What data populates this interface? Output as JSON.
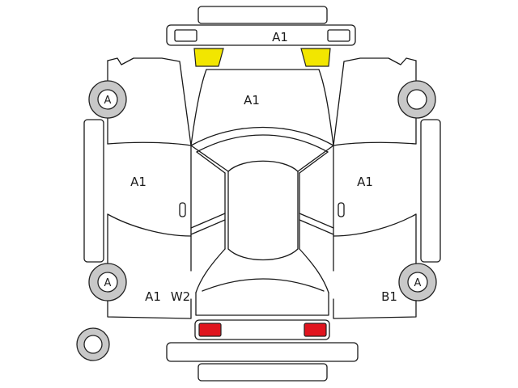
{
  "diagram": {
    "colors": {
      "headlight": "#f2e600",
      "taillight": "#e0141e",
      "tire": "#c8c8c8",
      "outline": "#1a1a1a"
    },
    "labels": {
      "front_bumper": "A1",
      "hood": "A1",
      "left_front_door": "A1",
      "right_front_door": "A1",
      "left_rear": "A1",
      "left_rear_w": "W2",
      "right_rear": "B1"
    },
    "tires": {
      "front_left": "A",
      "front_right": "",
      "rear_left": "A",
      "rear_right": "A",
      "spare": ""
    }
  }
}
